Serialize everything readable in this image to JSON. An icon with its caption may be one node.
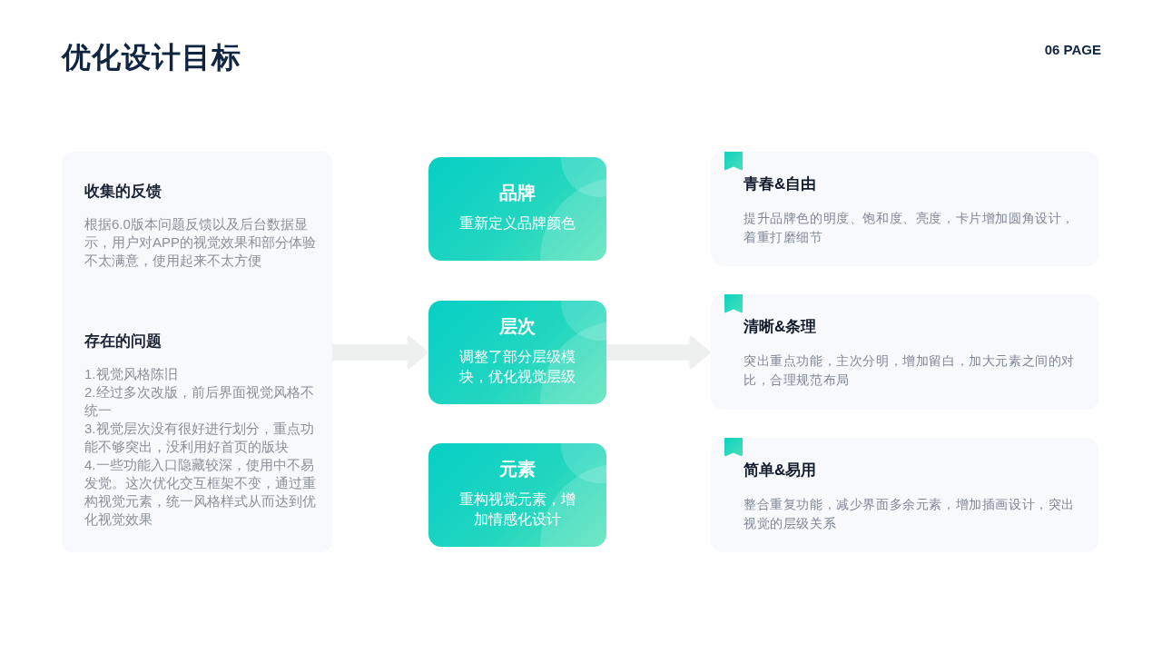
{
  "diagram": {
    "title": "优化设计目标",
    "nodes": [
      {
        "text": [
          "收集的反馈",
          "根据6.0版本问题反馈以及后台数据显示，用户对APP的视觉效果和部分体验不太满意，使用起来不太方便",
          "存在的问题",
          "1.视觉风格陈旧",
          "2.经过多次改版，前后界面视觉风格不统一",
          "3.视觉层次没有很好进行划分，重点功能不够突出，没利用好首页的版块",
          "4.一些功能入口隐藏较深，使用中不易发觉。这次优化交互框架不变，通过重构视觉元素，统一风格样式从而达到优化视觉效果"
        ]
      },
      {
        "text": [
          "品牌",
          "重新定义品牌颜色"
        ]
      },
      {
        "text": [
          "层次",
          "调整了部分层级模块，优化视觉层级"
        ]
      },
      {
        "text": [
          "元素",
          "重构视觉元素，增加情感化设计"
        ]
      },
      {
        "text": [
          "青春&自由",
          "提升品牌色的明度、饱和度、亮度，卡片增加圆角设计，着重打磨细节"
        ]
      },
      {
        "text": [
          "清晰&条理",
          "突出重点功能，主次分明，增加留白，加大元素之间的对比，合理规范布局"
        ]
      },
      {
        "text": [
          "简单&易用",
          "整合重复功能，减少界面多余元素，增加插画设计，突出视觉的层级关系"
        ]
      }
    ],
    "edges": [
      {
        "from": 0,
        "to": 2,
        "arrow": "to"
      },
      {
        "from": 2,
        "to": 5,
        "arrow": "to"
      }
    ],
    "labels": [
      "06 PAGE"
    ]
  }
}
